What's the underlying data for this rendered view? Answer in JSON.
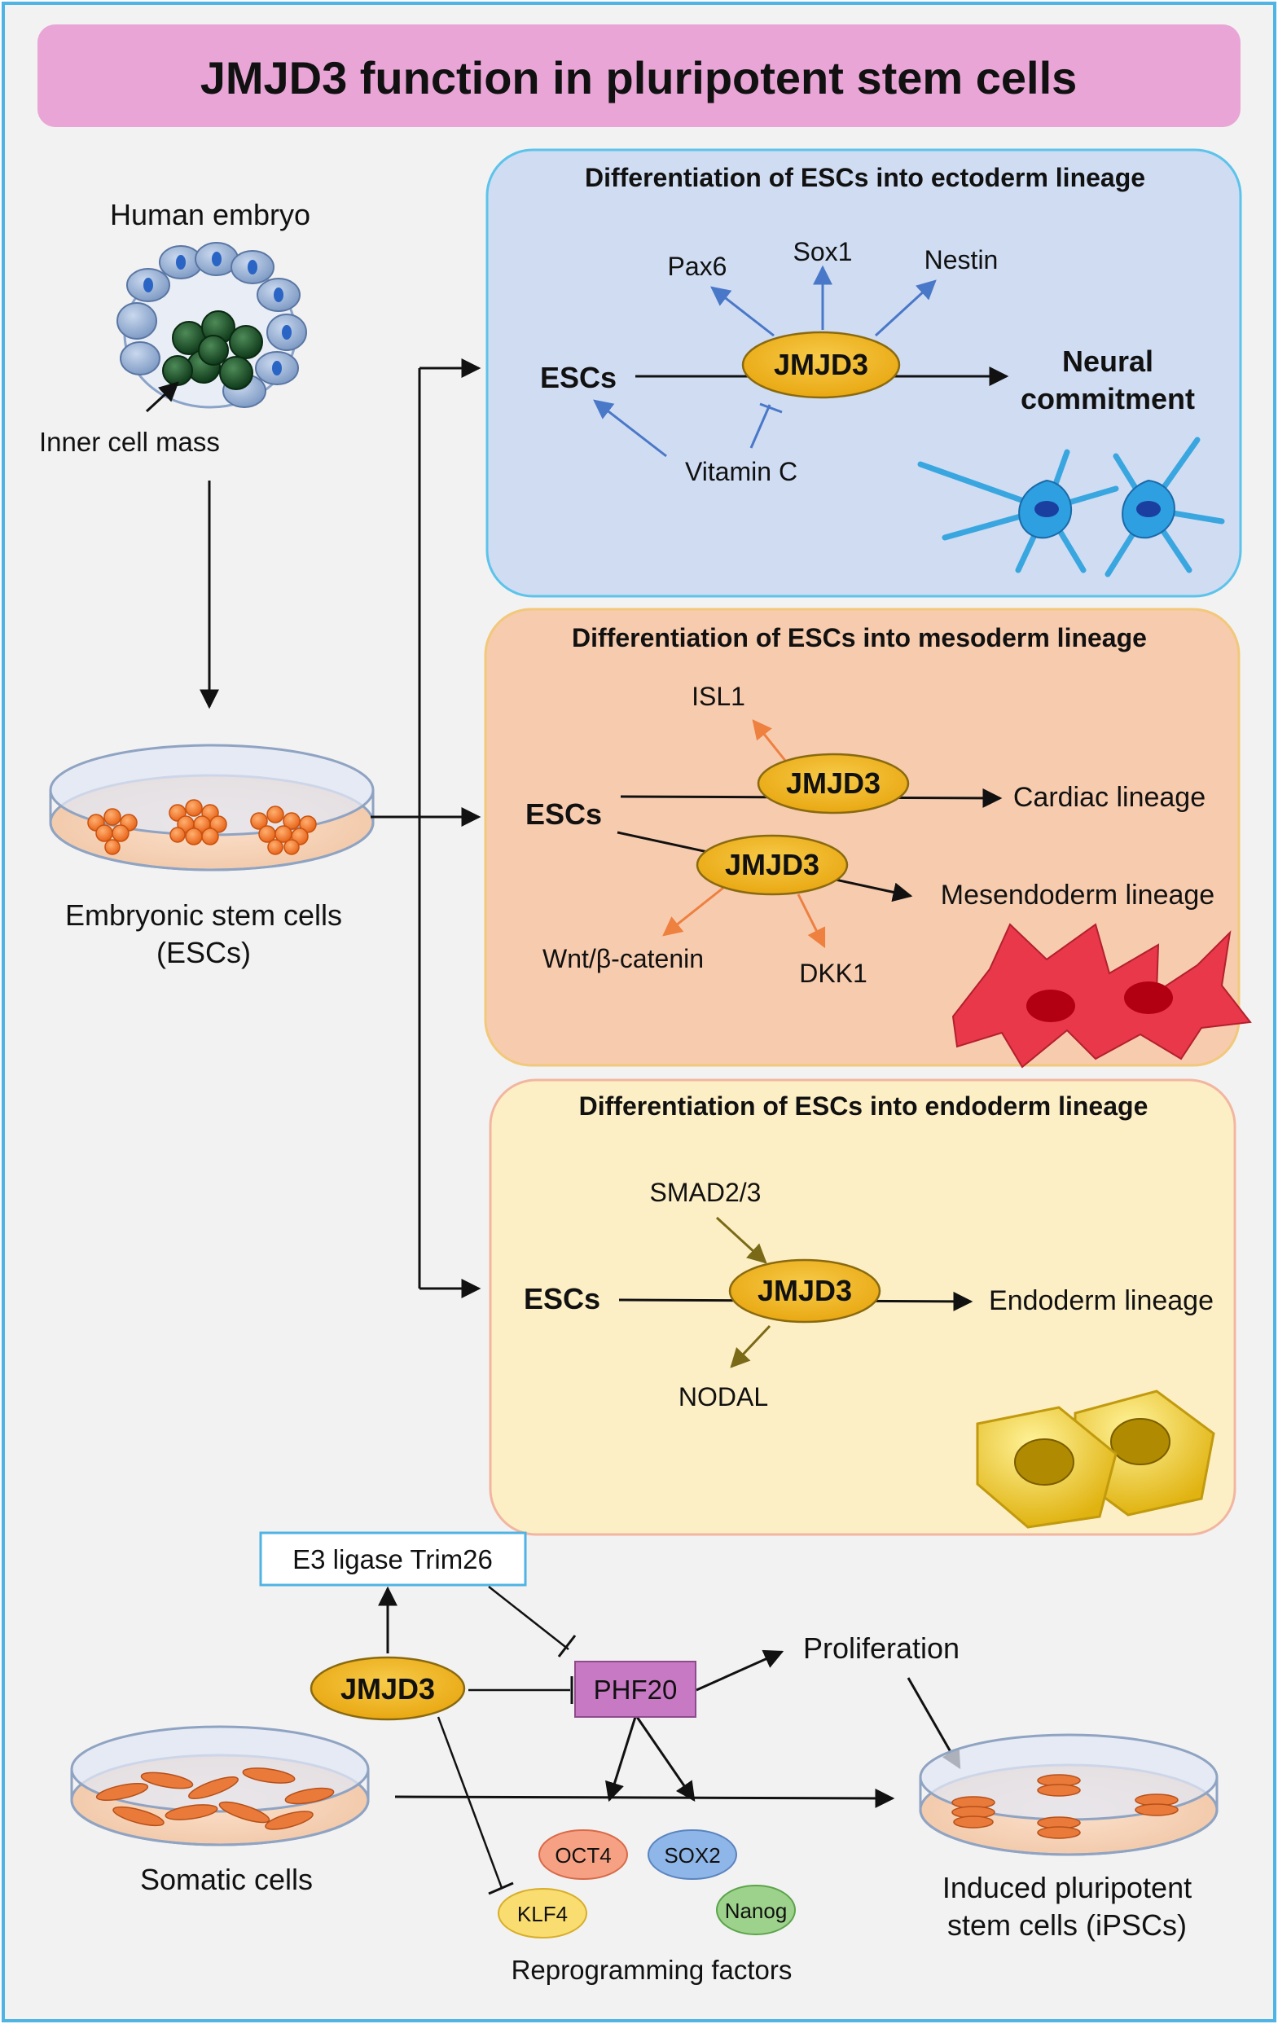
{
  "title": "JMJD3 function in pluripotent stem cells",
  "left": {
    "embryo_label": "Human embryo",
    "icm_label": "Inner cell mass",
    "esc_label_line1": "Embryonic stem cells",
    "esc_label_line2": "(ESCs)"
  },
  "ectoderm": {
    "header": "Differentiation of ESCs into ectoderm lineage",
    "escs": "ESCs",
    "jmjd3": "JMJD3",
    "pax6": "Pax6",
    "sox1": "Sox1",
    "nestin": "Nestin",
    "vitc": "Vitamin C",
    "outcome_line1": "Neural",
    "outcome_line2": "commitment"
  },
  "mesoderm": {
    "header": "Differentiation of ESCs into mesoderm lineage",
    "escs": "ESCs",
    "jmjd3_top": "JMJD3",
    "jmjd3_bottom": "JMJD3",
    "isl1": "ISL1",
    "cardiac": "Cardiac lineage",
    "mesendoderm": "Mesendoderm lineage",
    "wnt": "Wnt/β-catenin",
    "dkk1": "DKK1"
  },
  "endoderm": {
    "header": "Differentiation of ESCs into endoderm lineage",
    "escs": "ESCs",
    "jmjd3": "JMJD3",
    "smad": "SMAD2/3",
    "nodal": "NODAL",
    "outcome": "Endoderm lineage"
  },
  "reprogramming": {
    "trim26": "E3 ligase Trim26",
    "jmjd3": "JMJD3",
    "phf20": "PHF20",
    "proliferation": "Proliferation",
    "oct4": "OCT4",
    "sox2": "SOX2",
    "klf4": "KLF4",
    "nanog": "Nanog",
    "factors": "Reprogramming factors",
    "somatic": "Somatic cells",
    "ipsc_line1": "Induced pluripotent",
    "ipsc_line2": "stem cells (iPSCs)"
  },
  "colors": {
    "title_bg": "#e8a5d6",
    "ecto_bg": "#cfdcf2",
    "ecto_border": "#5cc3ea",
    "meso_bg": "#f7cbae",
    "meso_border": "#f2c87a",
    "endo_bg": "#fdefc5",
    "endo_border": "#f2b6a0",
    "jmjd3_fill": "#f0b51e",
    "phf20_fill": "#c879c4",
    "blue_arrow": "#4a78c8",
    "orange_arrow": "#ee8040",
    "olive_arrow": "#7a6a18",
    "outer_border": "#4fb3e3"
  }
}
